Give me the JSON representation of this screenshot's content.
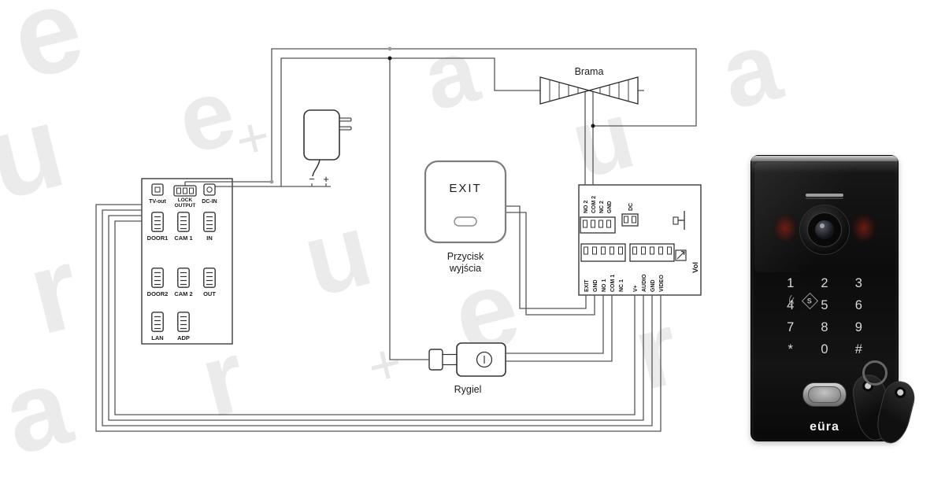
{
  "watermark": {
    "letters": [
      "e",
      "u",
      "r",
      "a",
      "e",
      "u",
      "r",
      "a",
      "e",
      "u",
      "r",
      "a"
    ],
    "plus": "+"
  },
  "diagram": {
    "monitor": {
      "tv_label": "TV-out",
      "lock_label_1": "LOCK",
      "lock_label_2": "OUTPUT",
      "dcin_label": "DC-IN",
      "ports": [
        "DOOR1",
        "CAM 1",
        "IN",
        "DOOR2",
        "CAM 2",
        "OUT",
        "LAN",
        "ADP"
      ]
    },
    "adapter": {
      "minus": "−",
      "plus": "+"
    },
    "exit_button": {
      "label": "EXIT",
      "caption_line_1": "Przycisk",
      "caption_line_2": "wyjścia"
    },
    "gate": {
      "label": "Brama"
    },
    "module": {
      "top_pins": [
        "NO 2",
        "COM 2",
        "NC 2",
        "GND"
      ],
      "dc_label": "DC",
      "bottom_left_pins": [
        "EXIT",
        "GND",
        "NO 1",
        "COM 1",
        "NC 1"
      ],
      "bottom_right_pins": [
        "V+",
        "AUDIO",
        "GND",
        "VIDEO"
      ],
      "vol_label": "Vol"
    },
    "bolt": {
      "label": "Rygiel"
    }
  },
  "station": {
    "keypad": [
      "1",
      "2",
      "3",
      "4",
      "5",
      "6",
      "7",
      "8",
      "9",
      "*",
      "0",
      "#"
    ],
    "rfid_letter": "S",
    "brand": "eüra"
  }
}
